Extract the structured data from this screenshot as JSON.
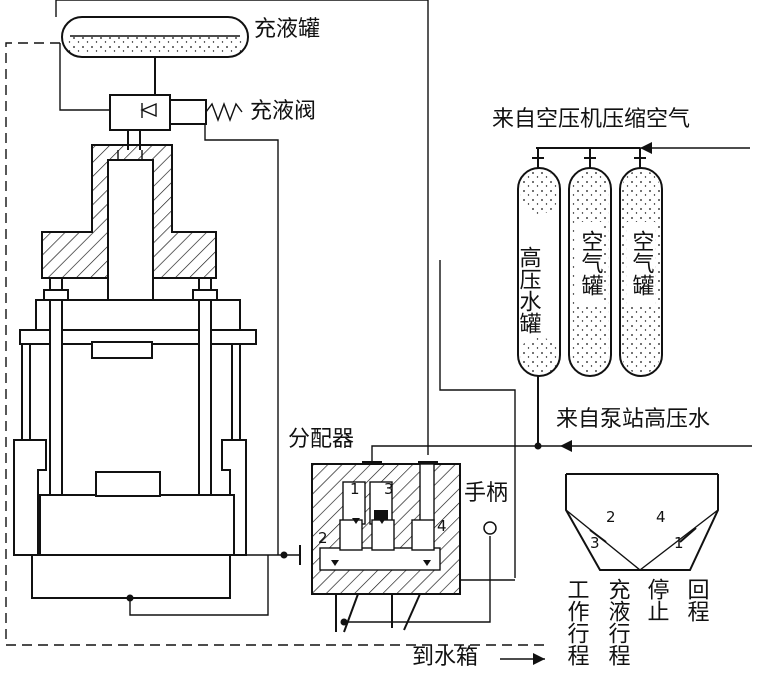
{
  "labels": {
    "fill_tank": "充液罐",
    "fill_valve": "充液阀",
    "from_compressor": "来自空压机压缩空气",
    "from_pump_station": "来自泵站高压水",
    "distributor": "分配器",
    "handle": "手柄",
    "to_water_tank": "到水箱"
  },
  "vessels": [
    {
      "name": "high_pressure_water_tank",
      "text": "高压水罐"
    },
    {
      "name": "air_tank_1",
      "text": "空气罐"
    },
    {
      "name": "air_tank_2",
      "text": "空气罐"
    }
  ],
  "distributor_ports": [
    "1",
    "2",
    "3",
    "4"
  ],
  "handle_positions": {
    "numbers": [
      "2",
      "4",
      "3",
      "1"
    ],
    "stages": [
      {
        "text": "工作行程"
      },
      {
        "text": "充液行程"
      },
      {
        "text": "停止"
      },
      {
        "text": "回程"
      }
    ]
  },
  "colors": {
    "ink": "#111111",
    "paper": "#ffffff"
  }
}
